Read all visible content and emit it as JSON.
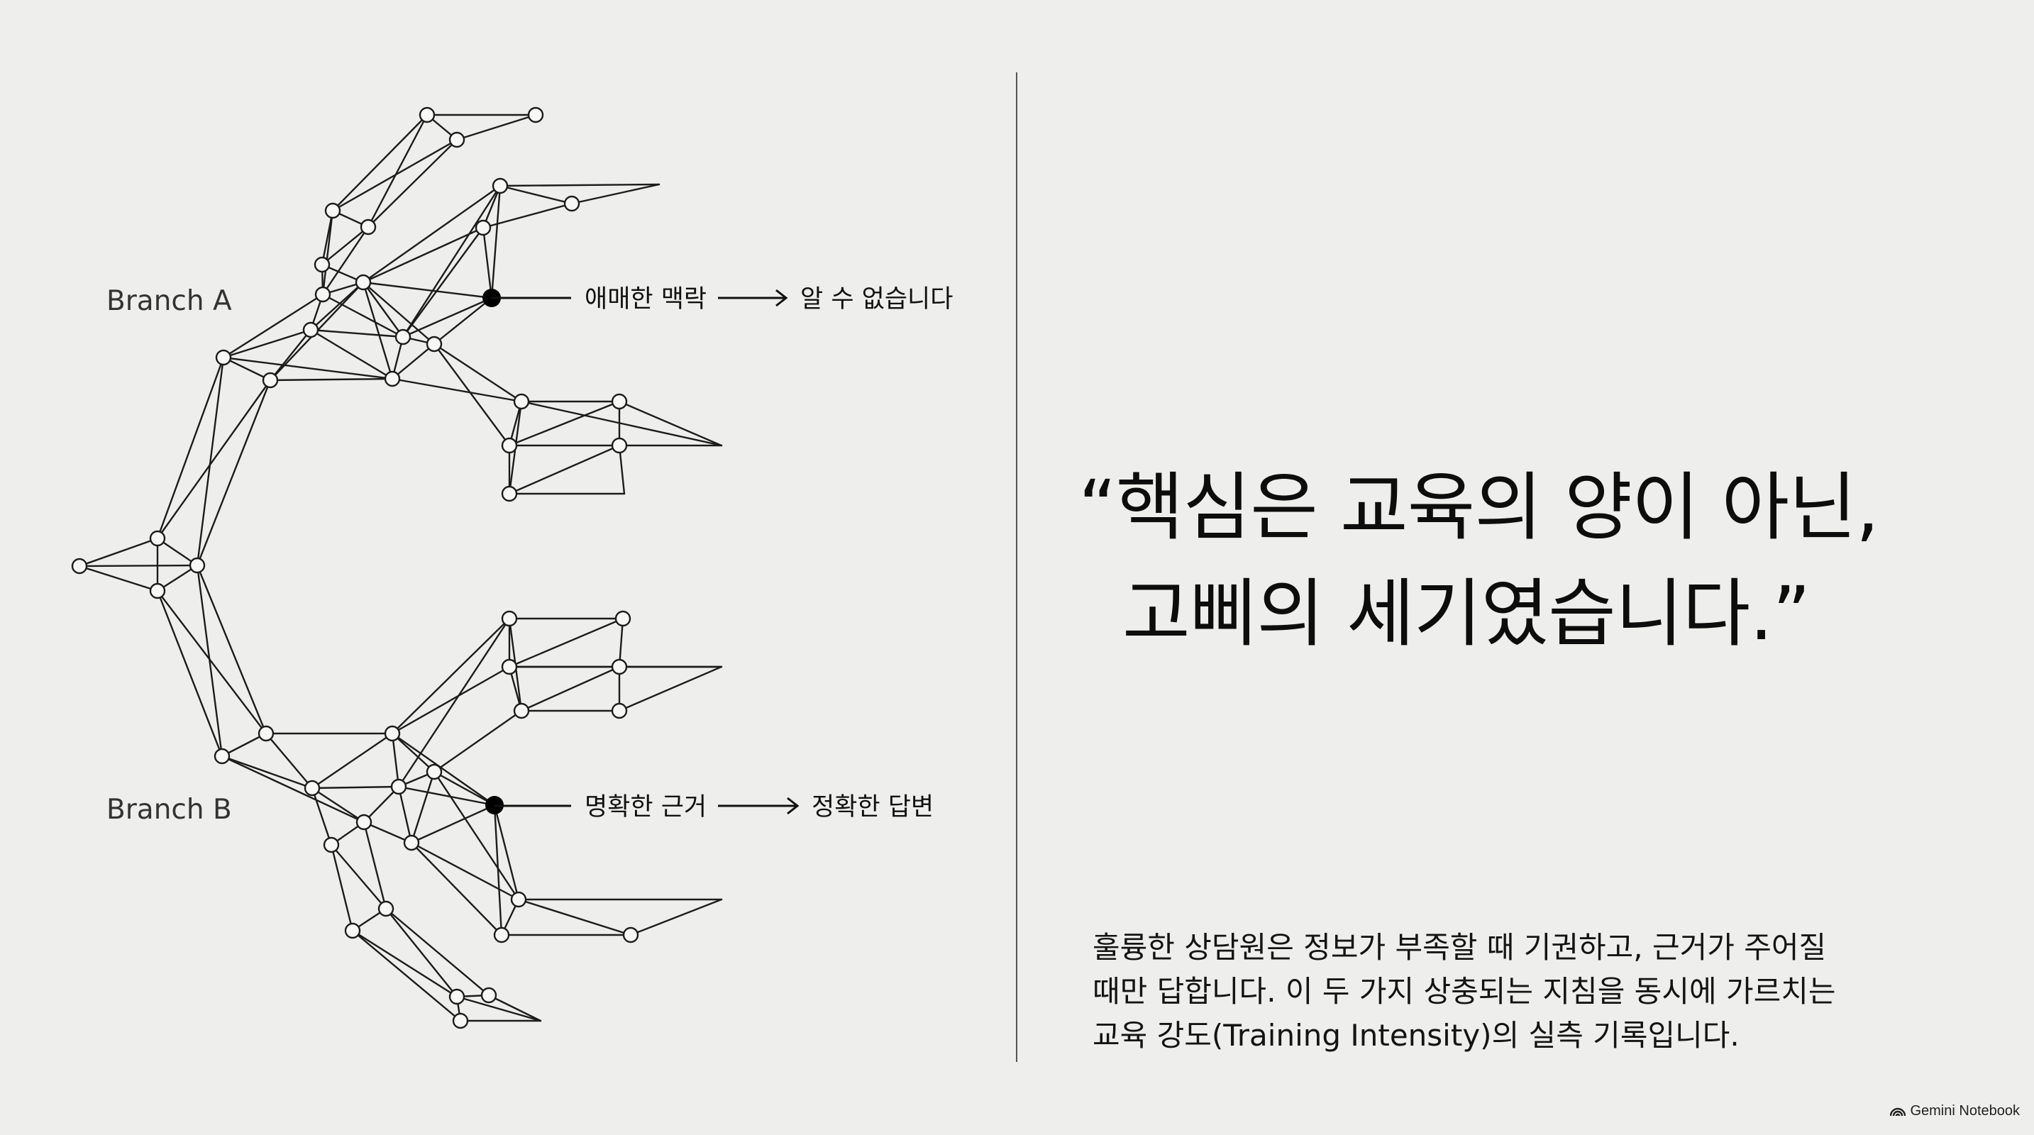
{
  "diagram": {
    "branch_a": {
      "label": "Branch A",
      "input": "애매한 맥락",
      "output": "알 수 없습니다"
    },
    "branch_b": {
      "label": "Branch B",
      "input": "명확한 근거",
      "output": "정확한 답변"
    }
  },
  "quote": {
    "line1": "“핵심은 교육의 양이 아닌,",
    "line2": "고삐의 세기였습니다.”"
  },
  "description": {
    "line1": "훌륭한 상담원은 정보가 부족할 때 기권하고, 근거가 주어질",
    "line2": "때만 답합니다. 이 두 가지 상충되는 지침을 동시에 가르치는",
    "line3": "교육 강도(Training Intensity)의 실측 기록입니다."
  },
  "brand": {
    "icon": "gemini-notebook-logo-icon",
    "name": "Gemini Notebook"
  }
}
